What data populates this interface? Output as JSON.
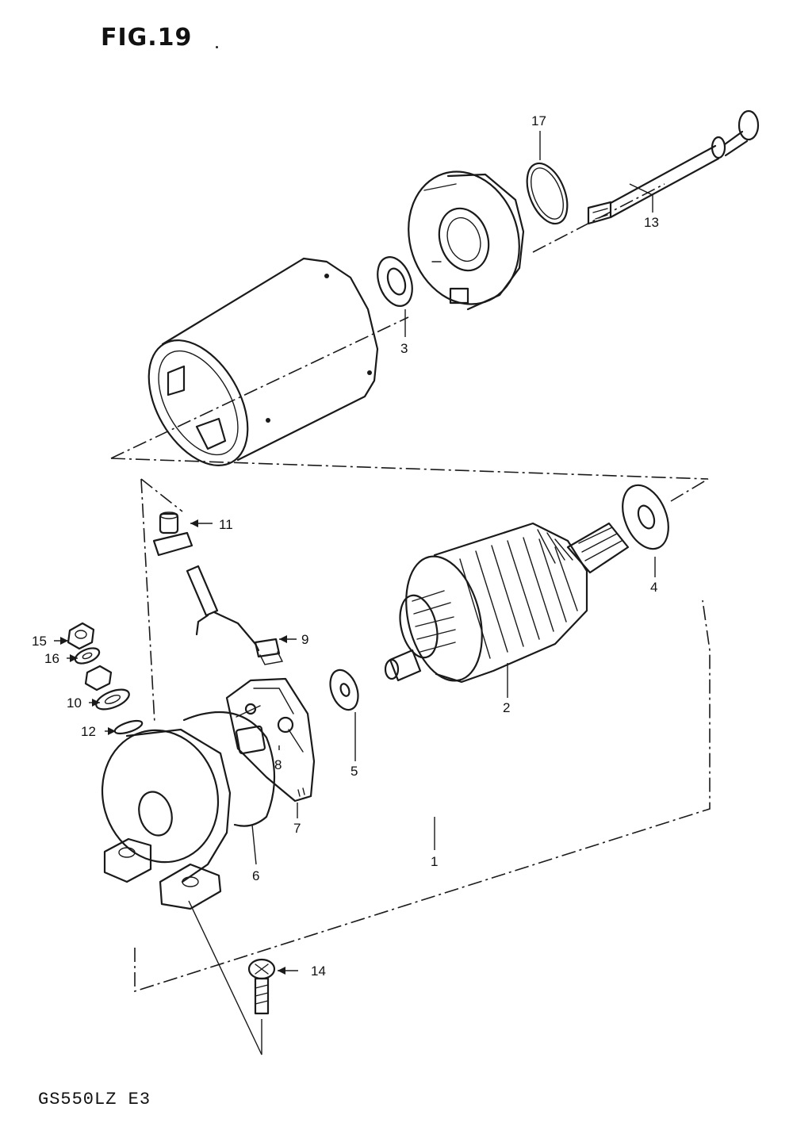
{
  "figure": {
    "title": "FIG.19",
    "model_code": "GS550LZ E3"
  },
  "callouts": [
    "1",
    "2",
    "3",
    "4",
    "5",
    "6",
    "7",
    "8",
    "9",
    "10",
    "11",
    "12",
    "13",
    "14",
    "15",
    "16",
    "17"
  ]
}
